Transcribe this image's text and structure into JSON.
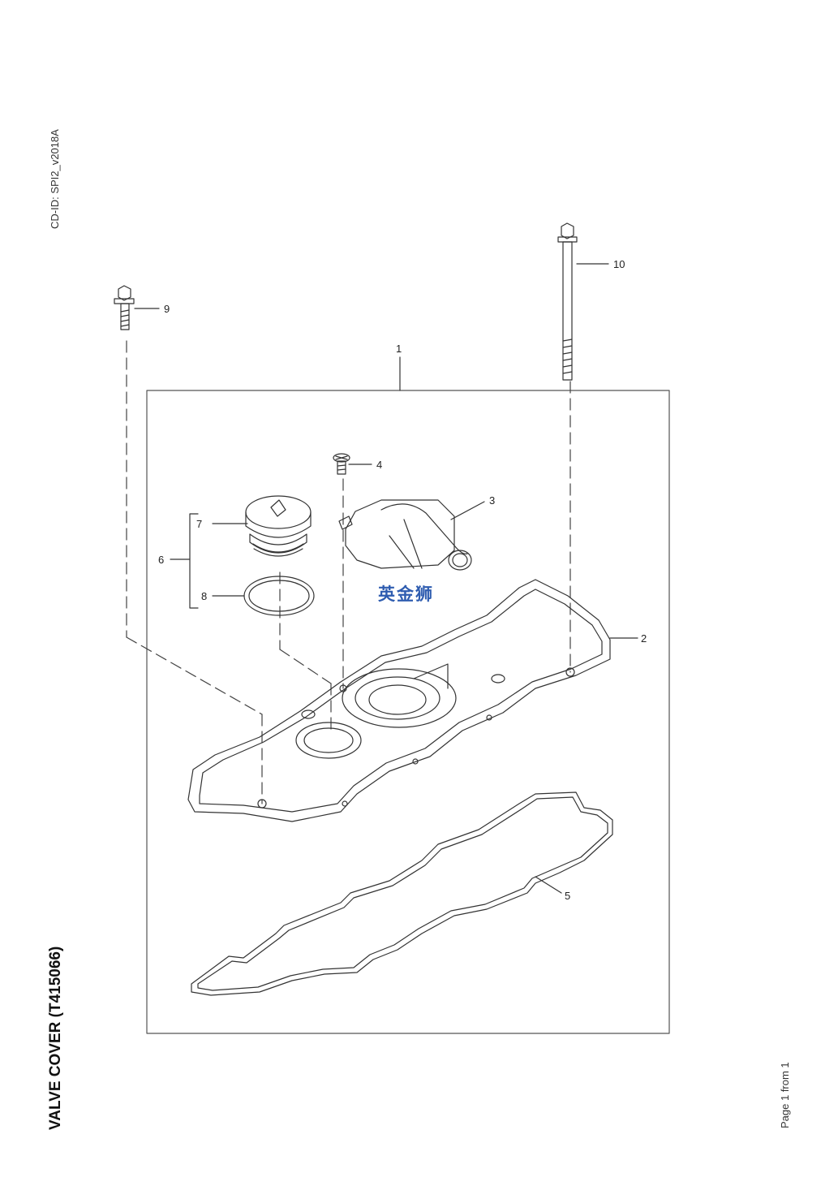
{
  "header": {
    "cd_id": "CD-ID: SPI2_v2018A"
  },
  "title": "VALVE COVER (T415066)",
  "footer": {
    "page": "Page 1 from 1"
  },
  "watermark": "英金狮",
  "callouts": [
    "1",
    "2",
    "3",
    "4",
    "5",
    "6",
    "7",
    "8",
    "9",
    "10"
  ],
  "colors": {
    "line": "#333333",
    "watermark": "#2f5db0"
  }
}
